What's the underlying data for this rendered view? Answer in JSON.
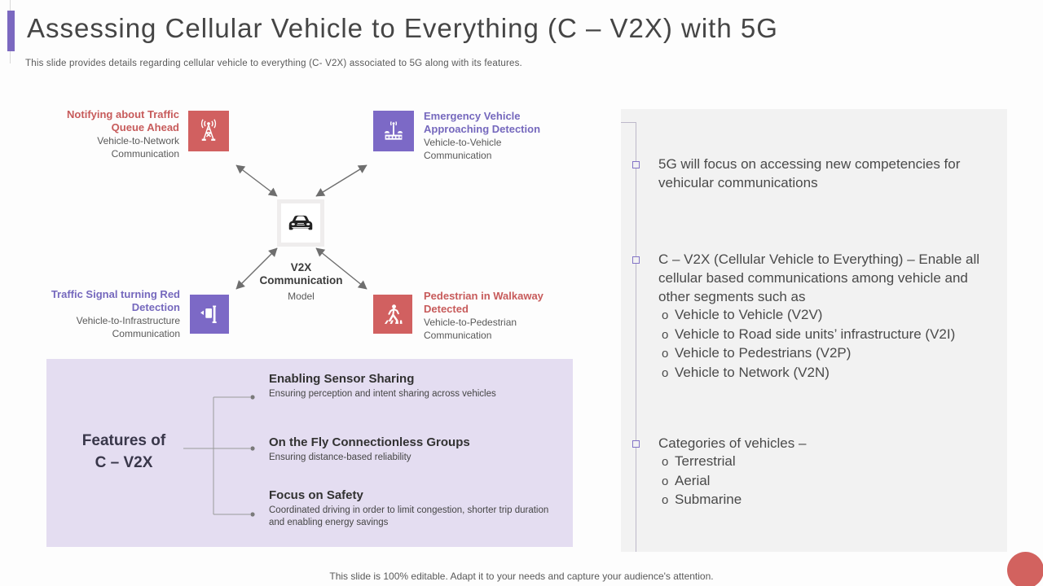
{
  "slide": {
    "title": "Assessing Cellular Vehicle to Everything (C – V2X) with 5G",
    "subtitle": "This slide provides details regarding cellular vehicle to everything (C- V2X) associated to 5G along with its features.",
    "footer": "This slide is 100% editable. Adapt it to your needs and capture your audience's attention."
  },
  "colors": {
    "accent_purple": "#7B68C0",
    "tile_red": "#D16060",
    "tile_purple": "#7C69C6",
    "red_text": "#C75B5B",
    "purple_text": "#7568BD",
    "features_bg": "#E4DDF1",
    "panel_bg": "#F2F2F2",
    "corner_circle_red": "#D2625F"
  },
  "diagram": {
    "center": {
      "icon": "car-front-icon",
      "title": "V2X Communication",
      "subtitle": "Model"
    },
    "nodes": [
      {
        "id": "top-left",
        "icon": "radio-tower-icon",
        "color": "red",
        "title": "Notifying about Traffic Queue Ahead",
        "subtitle": "Vehicle-to-Network Communication"
      },
      {
        "id": "top-right",
        "icon": "roadside-unit-icon",
        "color": "purple",
        "title": "Emergency Vehicle Approaching Detection",
        "subtitle": "Vehicle-to-Vehicle Communication"
      },
      {
        "id": "bottom-left",
        "icon": "traffic-signal-icon",
        "color": "purple",
        "title": "Traffic Signal turning Red Detection",
        "subtitle": "Vehicle-to-Infrastructure Communication"
      },
      {
        "id": "bottom-right",
        "icon": "pedestrian-crossing-icon",
        "color": "red",
        "title": "Pedestrian in Walkaway Detected",
        "subtitle": "Vehicle-to-Pedestrian Communication"
      }
    ]
  },
  "features": {
    "heading_line1": "Features of",
    "heading_line2": "C – V2X",
    "items": [
      {
        "title": "Enabling Sensor Sharing",
        "description": "Ensuring perception and intent sharing across vehicles"
      },
      {
        "title": "On the Fly Connectionless Groups",
        "description": "Ensuring distance-based reliability"
      },
      {
        "title": "Focus on Safety",
        "description": "Coordinated driving in order to limit congestion, shorter trip duration and enabling energy savings"
      }
    ]
  },
  "panel": {
    "sub_marker": "o",
    "bullets": [
      {
        "text": "5G will focus on accessing new competencies for vehicular communications",
        "sub_items": []
      },
      {
        "text": "C – V2X (Cellular Vehicle to Everything) – Enable all cellular based communications among vehicle and other segments such as",
        "sub_items": [
          "Vehicle to Vehicle (V2V)",
          "Vehicle to Road side units’ infrastructure (V2I)",
          "Vehicle to Pedestrians (V2P)",
          "Vehicle to Network (V2N)"
        ]
      },
      {
        "text": "Categories of vehicles –",
        "sub_items": [
          "Terrestrial",
          "Aerial",
          "Submarine"
        ]
      }
    ]
  }
}
